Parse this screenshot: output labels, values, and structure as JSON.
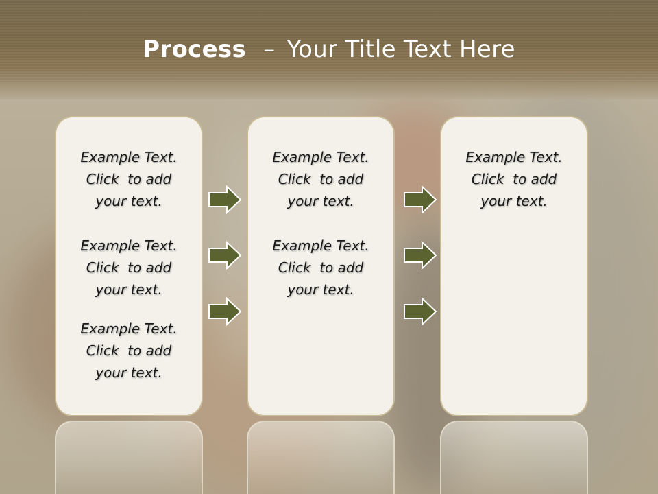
{
  "slide": {
    "title_bold": "Process",
    "title_dash": "–",
    "title_rest": "Your Title Text Here"
  },
  "columns": [
    {
      "blocks": [
        {
          "line1": "Example Text.",
          "line2": "Click  to add",
          "line3": "your text."
        },
        {
          "line1": "Example Text.",
          "line2": "Click  to add",
          "line3": "your text."
        },
        {
          "line1": "Example Text.",
          "line2": "Click  to add",
          "line3": "your text."
        }
      ]
    },
    {
      "blocks": [
        {
          "line1": "Example Text.",
          "line2": "Click  to add",
          "line3": "your text."
        },
        {
          "line1": "Example Text.",
          "line2": "Click  to add",
          "line3": "your text."
        }
      ]
    },
    {
      "blocks": [
        {
          "line1": "Example Text.",
          "line2": "Click  to add",
          "line3": "your text."
        }
      ]
    }
  ],
  "colors": {
    "arrow_fill": "#5b6330",
    "arrow_stroke": "#ffffff",
    "box_fill": "#f3f1ea",
    "box_border": "#c9bb95",
    "title_band": "#7e6c4a"
  },
  "icons": [
    "right-arrow-icon"
  ]
}
